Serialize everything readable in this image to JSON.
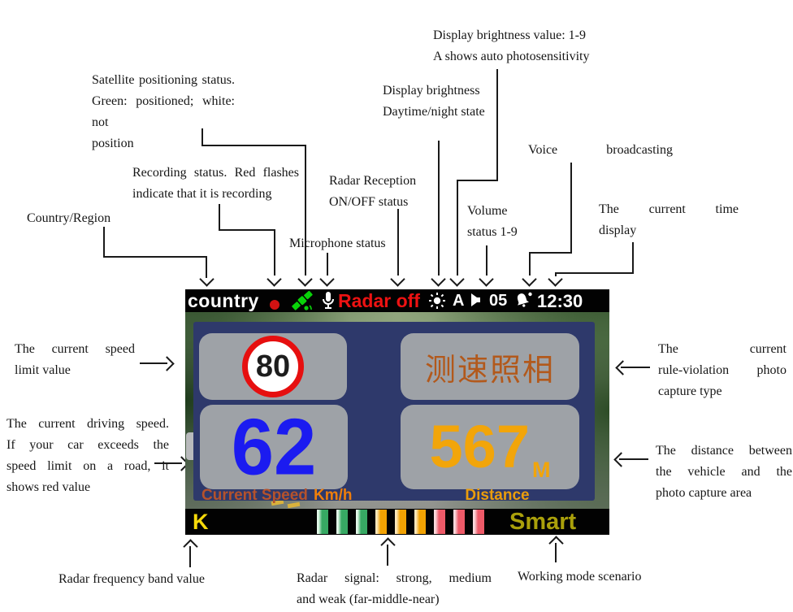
{
  "annotations": {
    "brightness_value": {
      "lines": [
        "Display brightness value: 1-9",
        "A shows auto photosensitivity"
      ]
    },
    "satellite": {
      "lines": [
        "Satellite positioning status.",
        "Green: positioned; white: not",
        "position"
      ]
    },
    "brightness_daynight": {
      "lines": [
        "Display brightness",
        "Daytime/night state"
      ]
    },
    "recording": {
      "lines": [
        "Recording status. Red flashes",
        "indicate that it is recording"
      ]
    },
    "radar_reception": {
      "lines": [
        "Radar Reception",
        "ON/OFF status"
      ]
    },
    "voice": {
      "lines": [
        "Voice broadcasting"
      ]
    },
    "country_region": {
      "lines": [
        "Country/Region"
      ]
    },
    "microphone": {
      "lines": [
        "Microphone status"
      ]
    },
    "volume": {
      "lines": [
        "Volume",
        "status 1-9"
      ]
    },
    "time_display": {
      "lines": [
        "The current time",
        "display"
      ]
    },
    "speed_limit": {
      "lines": [
        "The current speed",
        "limit value"
      ]
    },
    "driving_speed": {
      "lines": [
        "The current driving speed.",
        "If your car exceeds the",
        "speed limit on a road, it",
        "shows red value"
      ]
    },
    "rule_violation": {
      "lines": [
        "The current",
        "rule-violation photo",
        "capture type"
      ]
    },
    "distance": {
      "lines": [
        "The distance between",
        "the vehicle and the",
        "photo capture area"
      ]
    },
    "band": {
      "lines": [
        "Radar frequency band value"
      ]
    },
    "signal": {
      "lines": [
        "Radar signal: strong, medium",
        "and weak (far-middle-near)"
      ]
    },
    "mode": {
      "lines": [
        "Working mode scenario"
      ]
    }
  },
  "screen": {
    "top_bar": {
      "country": "country",
      "radar_status": "Radar off",
      "brightness_mode": "A",
      "volume_level": "05",
      "time": "12:30"
    },
    "speed_limit_sign": "80",
    "capture_type": "测速照相",
    "current_speed": "62",
    "speed_label": "Current  Speed",
    "speed_unit": "Km/h",
    "distance_value": "567",
    "distance_unit": "M",
    "distance_label": "Distance",
    "band": "K",
    "mode": "Smart",
    "signal_bars": [
      {
        "light": "#e2f7e8",
        "main": "#37a963"
      },
      {
        "light": "#e2f7e8",
        "main": "#37a963"
      },
      {
        "light": "#e2f7e8",
        "main": "#37a963"
      },
      {
        "light": "#fde8bb",
        "main": "#f2a202"
      },
      {
        "light": "#fde8bb",
        "main": "#f2a202"
      },
      {
        "light": "#fde8bb",
        "main": "#f2a202"
      },
      {
        "light": "#fbd9dc",
        "main": "#ee5a68"
      },
      {
        "light": "#fbd9dc",
        "main": "#ee5a68"
      },
      {
        "light": "#fbd9dc",
        "main": "#ee5a68"
      }
    ],
    "colors": {
      "panel_blue": "#2e396b",
      "panel_gray": "#9ea2a7",
      "radar_off_red": "#ee1212",
      "speed_blue": "#1b1bf0",
      "distance_orange": "#f2a50a",
      "capture_orange": "#b2591c",
      "band_yellow": "#f6d90a",
      "mode_olive": "#aaa00b",
      "satellite_green": "#09d309",
      "recording_red": "#d21212"
    }
  }
}
